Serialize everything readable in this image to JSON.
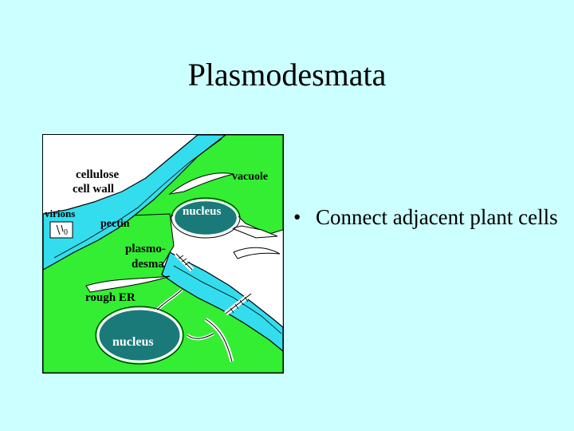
{
  "slide": {
    "title": "Plasmodesmata",
    "bullets": [
      {
        "marker": "•",
        "text": "Connect adjacent plant cells"
      }
    ]
  },
  "diagram": {
    "labels": {
      "cell_wall": [
        "cellulose",
        "cell wall"
      ],
      "vacuole": "vacuole",
      "virions": "virions",
      "pectin": "pectin",
      "nucleus_top": "nucleus",
      "plasmodesma": [
        "plasmo-",
        "desma"
      ],
      "rough_er": "rough ER",
      "nucleus_bottom": "nucleus"
    },
    "colors": {
      "background": "#ccffff",
      "cytoplasm": "#33ee33",
      "cell_wall": "#33ddee",
      "nucleus": "#1a7a7a",
      "vacuole": "#ffffff",
      "outline": "#000000",
      "label_dark": "#000000",
      "label_light": "#ffffff"
    }
  }
}
